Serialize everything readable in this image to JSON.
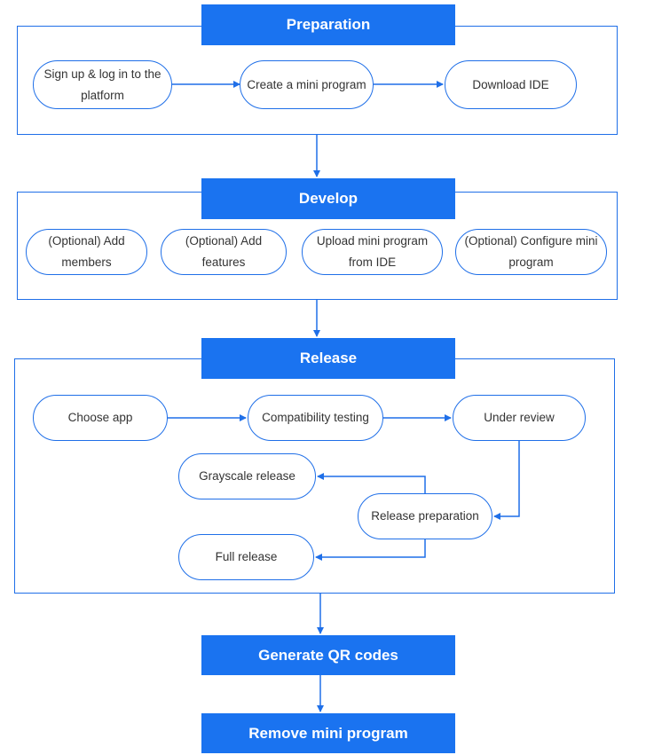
{
  "sections": {
    "preparation": "Preparation",
    "develop": "Develop",
    "release": "Release",
    "generate_qr": "Generate QR codes",
    "remove": "Remove mini program"
  },
  "nodes": {
    "sign_up": "Sign up & log in to the platform",
    "create": "Create a mini program",
    "download_ide": "Download IDE",
    "add_members": "(Optional) Add members",
    "add_features": "(Optional) Add features",
    "upload": "Upload mini program from IDE",
    "configure": "(Optional) Configure mini program",
    "choose_app": "Choose app",
    "compat": "Compatibility testing",
    "review": "Under review",
    "grayscale": "Grayscale release",
    "release_prep": "Release preparation",
    "full_release": "Full release"
  },
  "colors": {
    "accent": "#1a73f0",
    "stroke": "#1f6fe8",
    "header_text": "#ffffff",
    "node_text": "#333333"
  }
}
